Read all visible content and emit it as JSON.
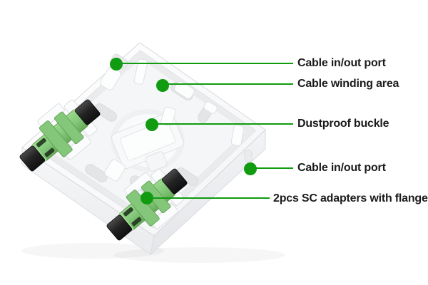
{
  "figure": {
    "type": "annotated-product-diagram",
    "subject": "fiber-optic-terminal-box-2-port"
  },
  "annotations": {
    "accent_color": "#109b10",
    "label_color": "#1b1b1b",
    "labels": [
      {
        "text": "Cable in/out port"
      },
      {
        "text": "Cable winding area"
      },
      {
        "text": "Dustproof buckle"
      },
      {
        "text": "Cable in/out port"
      },
      {
        "text": "2pcs SC adapters with flange"
      }
    ]
  },
  "product_colors": {
    "body_white": "#fbfcfd",
    "wall_shade": "#eef0f2",
    "floor_shade": "#f5f6f8",
    "recess_shade": "#e3e5e7",
    "adapter_green": "#84c77b",
    "adapter_green_light": "#9ad98c",
    "adapter_green_dark": "#5d9e50",
    "dust_cap_black": "#1c1c1c"
  }
}
